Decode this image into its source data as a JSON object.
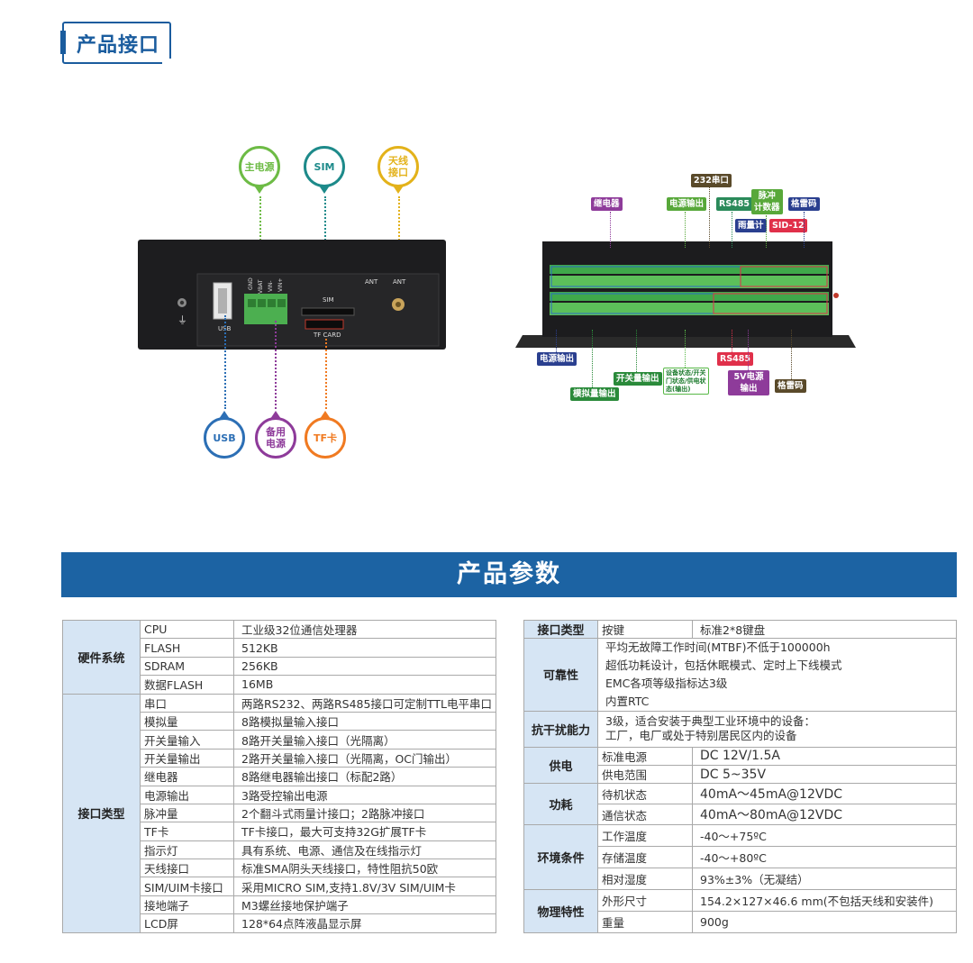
{
  "page": {
    "title": "产品接口",
    "params_title": "产品参数"
  },
  "diagram_left": {
    "callouts_top": [
      {
        "label": "主电源",
        "color": "#6dbb45"
      },
      {
        "label": "SIM",
        "color": "#1d8a8a"
      },
      {
        "label": "天线\n接口",
        "color": "#e3b21a"
      }
    ],
    "callouts_bottom": [
      {
        "label": "USB",
        "color": "#2c6fb5"
      },
      {
        "label": "备用\n电源",
        "color": "#8e3b9a"
      },
      {
        "label": "TF卡",
        "color": "#f07a21"
      }
    ],
    "panel_labels": {
      "usb": "USB",
      "sim": "SIM",
      "tf": "TF CARD",
      "ant1": "ANT",
      "ant2": "ANT",
      "pins": [
        "GND",
        "VBAT",
        "VIN-",
        "VIN+"
      ]
    }
  },
  "diagram_right": {
    "tags": [
      {
        "label": "232串口",
        "color": "#5a4a2a"
      },
      {
        "label": "继电器",
        "color": "#8e3b9a"
      },
      {
        "label": "电源输出",
        "color": "#58a83a"
      },
      {
        "label": "RS485",
        "color": "#2a8a5a"
      },
      {
        "label": "脉冲\n计数器",
        "color": "#58a83a"
      },
      {
        "label": "格雷码",
        "color": "#2a3f8f"
      },
      {
        "label": "雨量计",
        "color": "#2a3f8f"
      },
      {
        "label": "SID-12",
        "color": "#e0304a"
      },
      {
        "label": "电源输出",
        "color": "#2a3f8f"
      },
      {
        "label": "开关量输出",
        "color": "#2a8a3a"
      },
      {
        "label": "设备状态/开关\n门状态/供电状\n态(输出)",
        "color": "#58b847"
      },
      {
        "label": "模拟量输出",
        "color": "#2a8a3a"
      },
      {
        "label": "RS485",
        "color": "#e0304a"
      },
      {
        "label": "5V电源\n输出",
        "color": "#8e3b9a"
      },
      {
        "label": "格雷码",
        "color": "#5a4a2a"
      }
    ]
  },
  "left_table": [
    {
      "category": "硬件系统",
      "rows": [
        [
          "CPU",
          "工业级32位通信处理器"
        ],
        [
          "FLASH",
          "512KB"
        ],
        [
          "SDRAM",
          "256KB"
        ],
        [
          "数据FLASH",
          "16MB"
        ]
      ]
    },
    {
      "category": "接口类型",
      "rows": [
        [
          "串口",
          "两路RS232、两路RS485接口可定制TTL电平串口"
        ],
        [
          "模拟量",
          "8路模拟量输入接口"
        ],
        [
          "开关量输入",
          "8路开关量输入接口（光隔离）"
        ],
        [
          "开关量输出",
          "2路开关量输入接口（光隔离，OC门输出）"
        ],
        [
          "继电器",
          "8路继电器输出接口（标配2路）"
        ],
        [
          "电源输出",
          "3路受控输出电源"
        ],
        [
          "脉冲量",
          "2个翻斗式雨量计接口；2路脉冲接口"
        ],
        [
          "TF卡",
          "TF卡接口，最大可支持32G扩展TF卡"
        ],
        [
          "指示灯",
          "具有系统、电源、通信及在线指示灯"
        ],
        [
          "天线接口",
          "标准SMA阴头天线接口，特性阻抗50欧"
        ],
        [
          "SIM/UIM卡接口",
          "采用MICRO SIM,支持1.8V/3V SIM/UIM卡"
        ],
        [
          "接地端子",
          "M3螺丝接地保护端子"
        ],
        [
          "LCD屏",
          "128*64点阵液晶显示屏"
        ]
      ]
    }
  ],
  "right_table": {
    "interface": {
      "category": "接口类型",
      "sub": "按键",
      "value": "标准2*8键盘"
    },
    "reliability": {
      "category": "可靠性",
      "lines": [
        "平均无故障工作时间(MTBF)不低于100000h",
        "超低功耗设计，包括休眠模式、定时上下线模式",
        "EMC各项等级指标达3级",
        "内置RTC"
      ]
    },
    "emc": {
      "category": "抗干扰能力",
      "lines": [
        "3级，适合安装于典型工业环境中的设备：",
        "工厂，电厂或处于特别居民区内的设备"
      ]
    },
    "groups": [
      {
        "category": "供电",
        "rows": [
          [
            "标准电源",
            "DC 12V/1.5A"
          ],
          [
            "供电范围",
            "DC 5~35V"
          ]
        ]
      },
      {
        "category": "功耗",
        "rows": [
          [
            "待机状态",
            "40mA～45mA@12VDC"
          ],
          [
            "通信状态",
            "40mA～80mA@12VDC"
          ]
        ]
      },
      {
        "category": "环境条件",
        "rows": [
          [
            "工作温度",
            "-40～+75ºC"
          ],
          [
            "存储温度",
            "-40～+80ºC"
          ],
          [
            "相对湿度",
            "93%±3%（无凝结）"
          ]
        ]
      },
      {
        "category": "物理特性",
        "rows": [
          [
            "外形尺寸",
            "154.2×127×46.6  mm(不包括天线和安装件)"
          ],
          [
            "重量",
            "900g"
          ]
        ]
      }
    ]
  }
}
